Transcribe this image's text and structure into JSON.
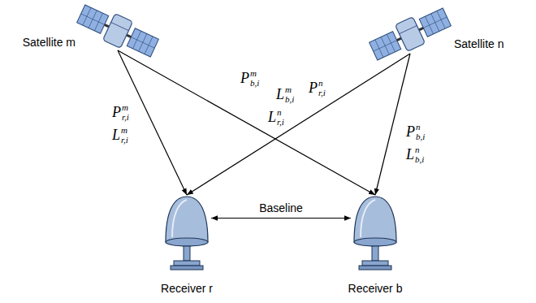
{
  "diagram": {
    "nodes": [
      {
        "text": [
          "Satellite m"
        ]
      },
      {
        "text": [
          "Satellite n"
        ]
      },
      {
        "text": [
          "Receiver r"
        ]
      },
      {
        "text": [
          "Receiver b"
        ]
      }
    ],
    "edges": [
      {
        "from": 0,
        "to": 2,
        "arrow": "to"
      },
      {
        "from": 0,
        "to": 3,
        "arrow": "to"
      },
      {
        "from": 1,
        "to": 2,
        "arrow": "to"
      },
      {
        "from": 1,
        "to": 3,
        "arrow": "to"
      },
      {
        "from": 2,
        "to": 3,
        "label": "Baseline",
        "arrow": "both"
      }
    ],
    "labels": [
      "P",
      "m",
      "b,i",
      "L",
      "m",
      "b,i",
      "P",
      "m",
      "r,i",
      "L",
      "m",
      "r,i",
      "L",
      "n",
      "r,i",
      "P",
      "n",
      "r,i",
      "P",
      "n",
      "b,i",
      "L",
      "n",
      "b,i"
    ]
  }
}
